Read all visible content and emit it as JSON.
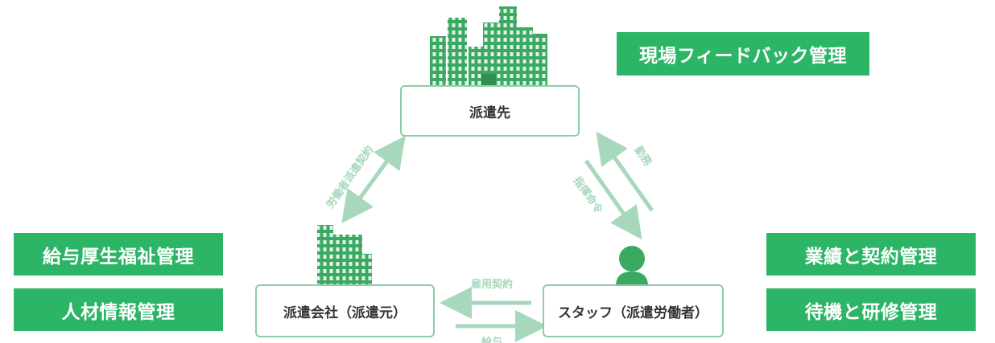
{
  "nodes": {
    "client": "派遣先",
    "agency": "派遣会社（派遣元）",
    "staff": "スタッフ（派遣労働者）"
  },
  "relations": {
    "dispatch_contract": "労働者派遣契約",
    "work": "勤務",
    "instruction": "指揮命令",
    "employment_contract": "雇用契約",
    "salary": "給与"
  },
  "features": {
    "feedback": "現場フィードバック管理",
    "welfare": "給与厚生福祉管理",
    "talent": "人材情報管理",
    "performance": "業績と契約管理",
    "standby": "待機と研修管理"
  },
  "colors": {
    "accent": "#2db567",
    "building": "#3aaa62",
    "arrow": "#a8d8bb",
    "border": "#8ccda5"
  },
  "icons": [
    "city-buildings-icon",
    "office-building-icon",
    "person-icon"
  ]
}
